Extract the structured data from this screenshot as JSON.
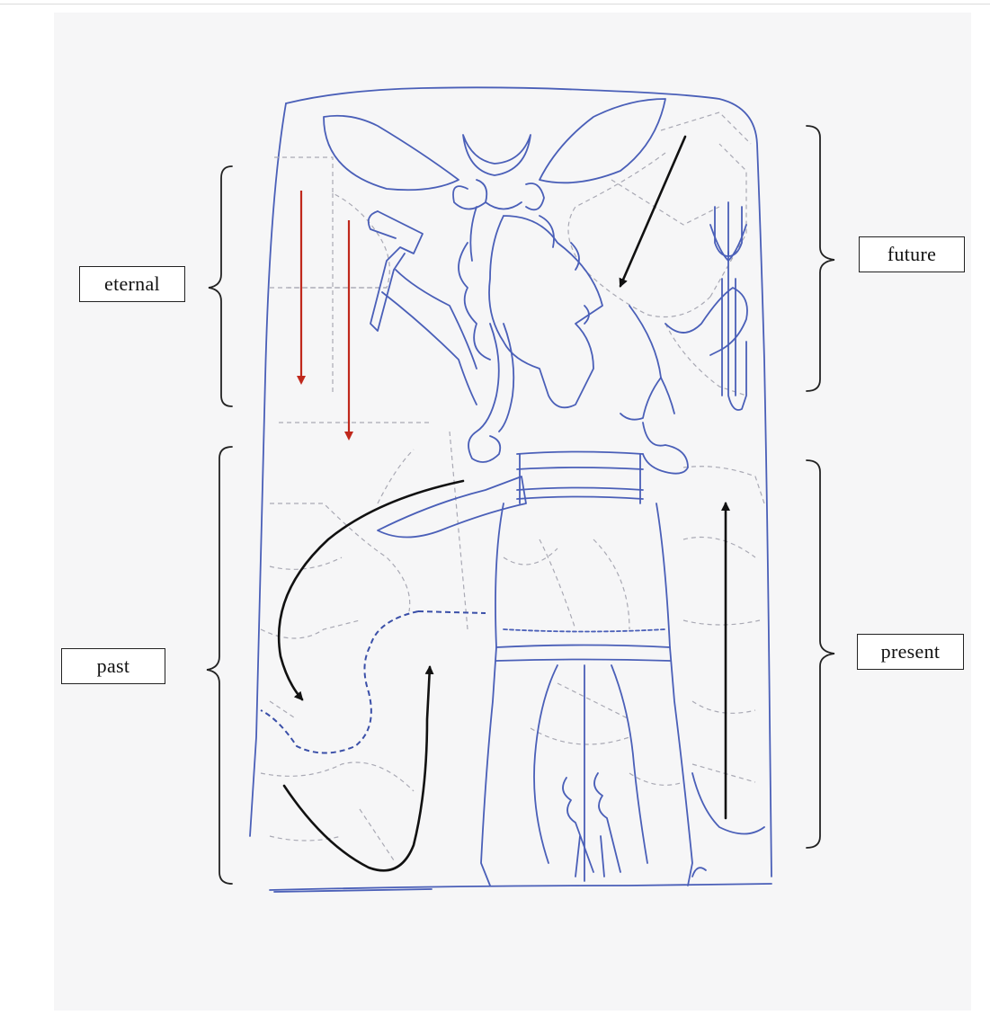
{
  "labels": {
    "eternal": "eternal",
    "past": "past",
    "future": "future",
    "present": "present"
  },
  "colors": {
    "ink": "#4a5fb8",
    "faint": "#a9a9b4",
    "red_arrow": "#c0281c",
    "black_arrow": "#111111",
    "bracket": "#222222"
  }
}
